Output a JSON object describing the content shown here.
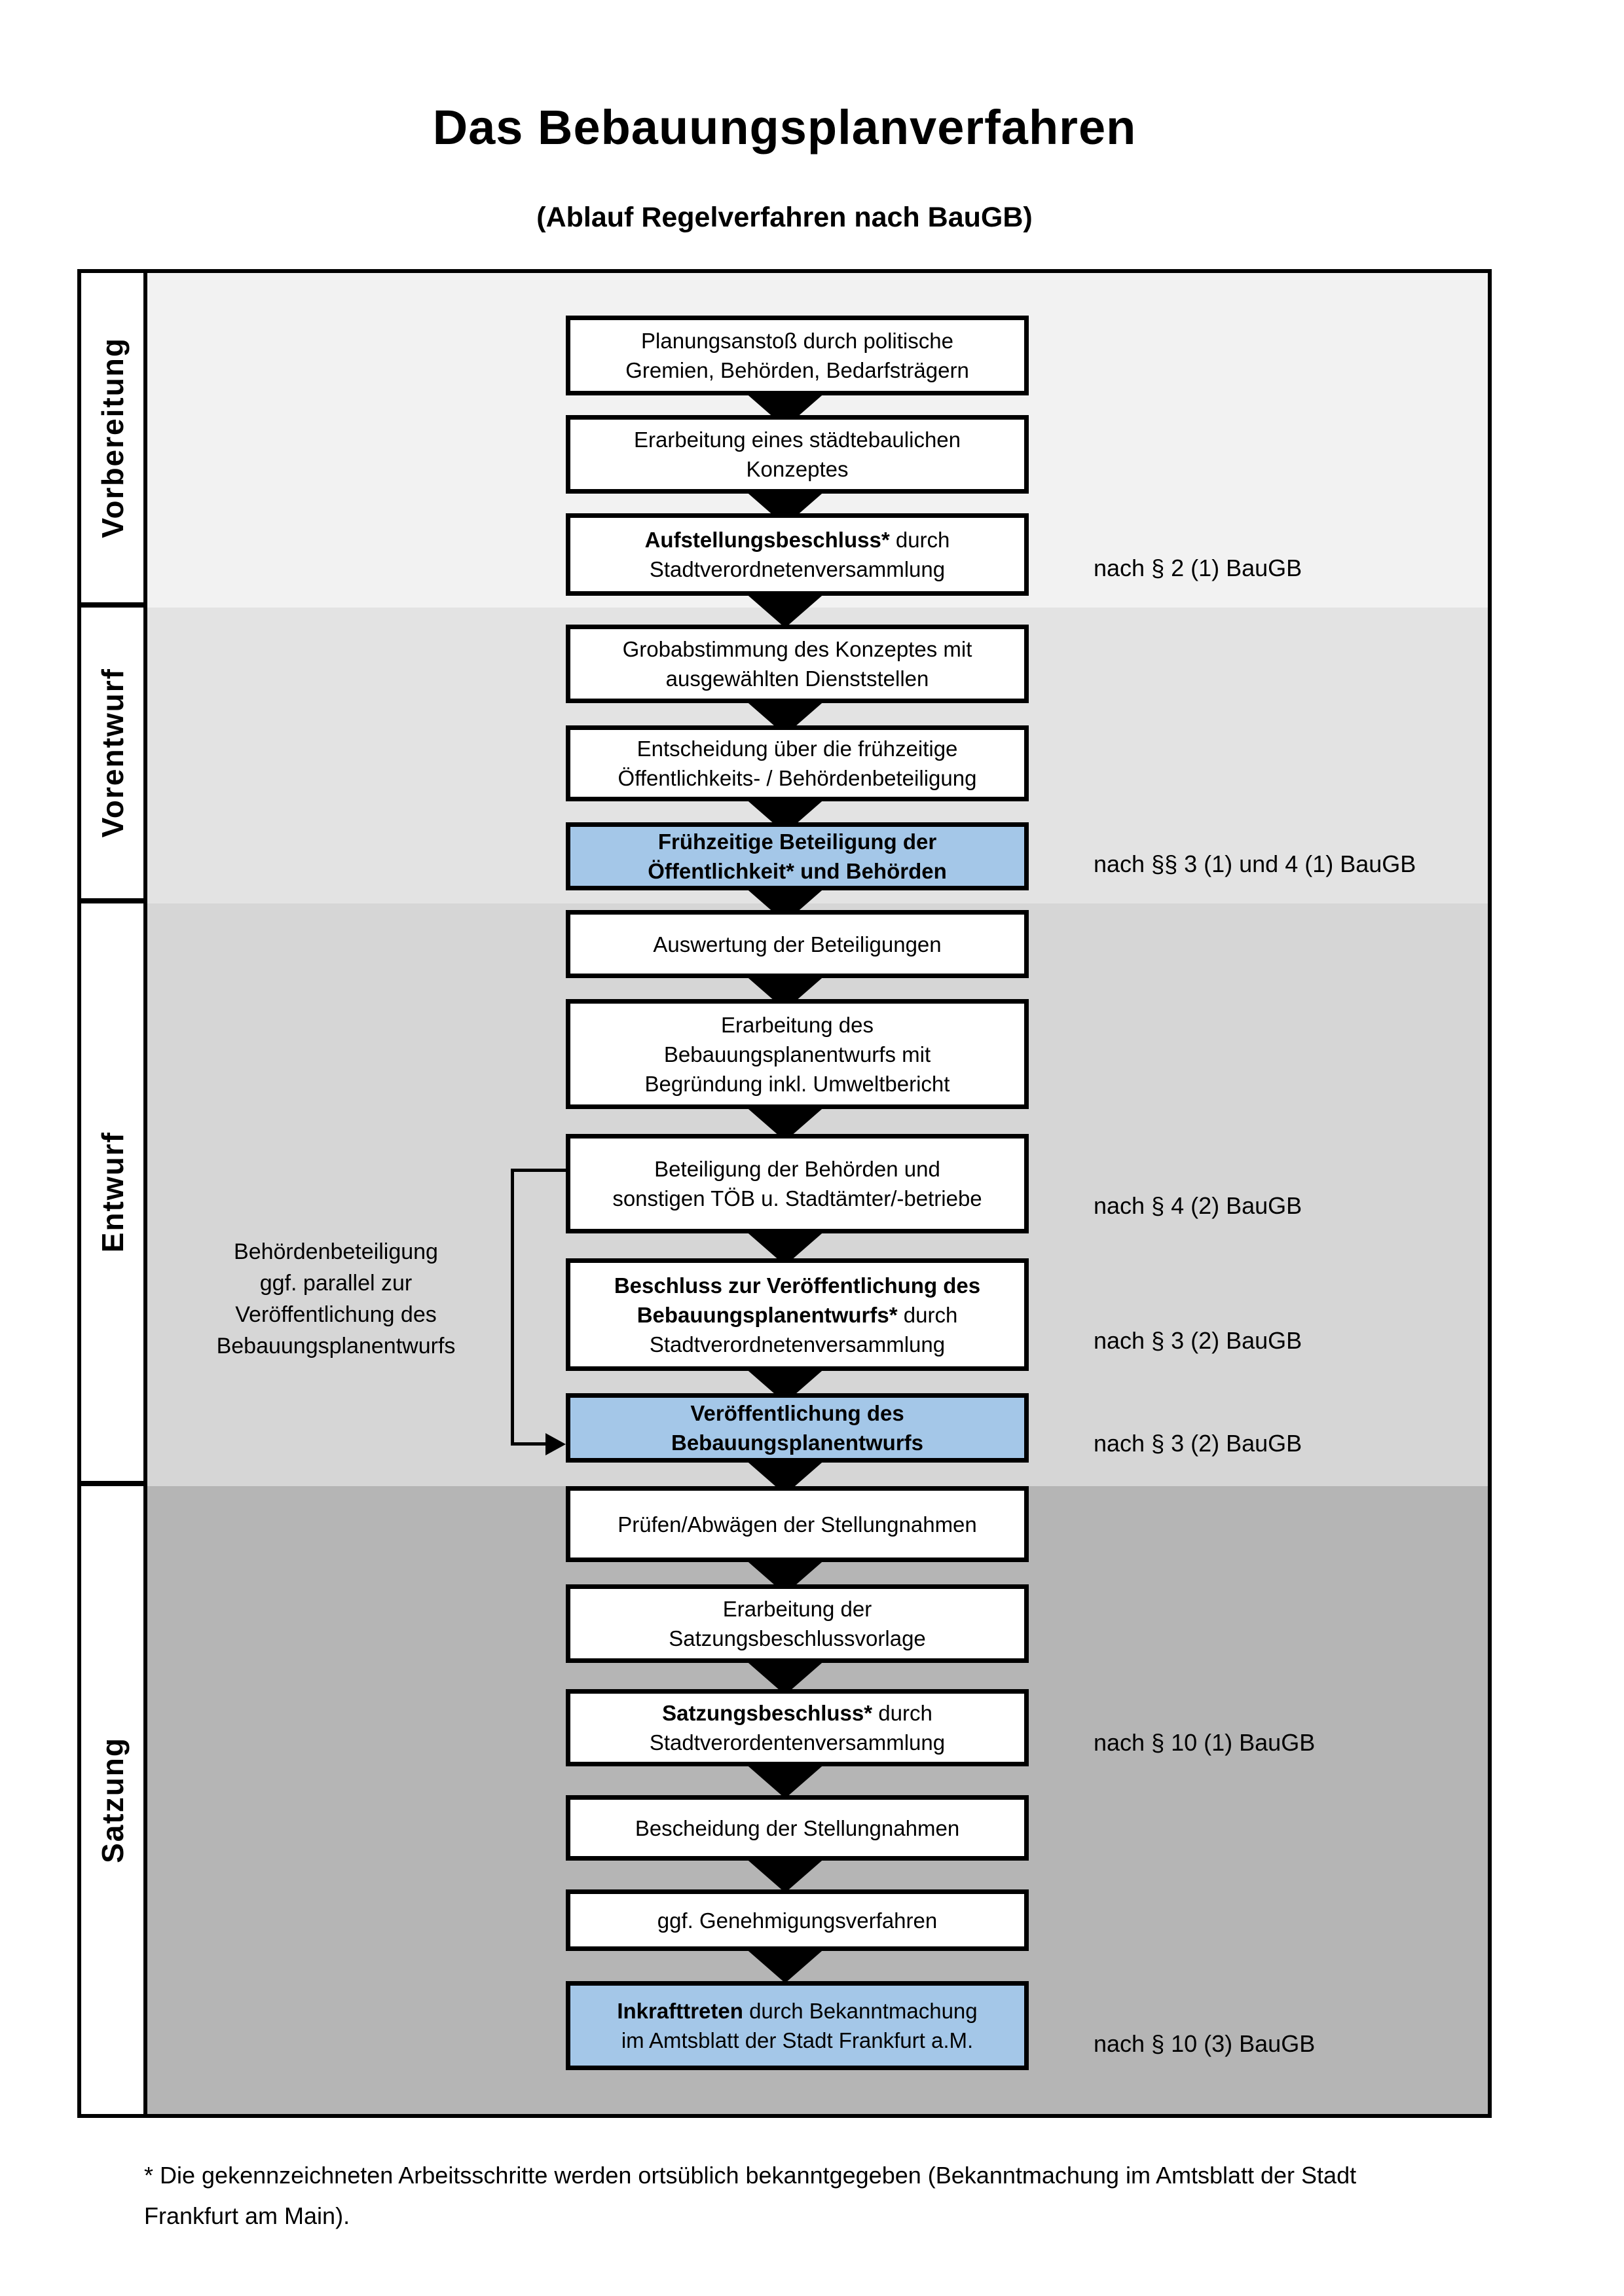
{
  "title": "Das Bebauungsplanverfahren",
  "subtitle": "(Ablauf Regelverfahren nach BauGB)",
  "colors": {
    "highlight_box": "#a4c7e8",
    "section_bands": [
      "#f2f2f2",
      "#e3e3e3",
      "#d6d6d6",
      "#b5b5b5"
    ]
  },
  "sections": [
    {
      "label": "Vorbereitung"
    },
    {
      "label": "Vorentwurf"
    },
    {
      "label": "Entwurf"
    },
    {
      "label": "Satzung"
    }
  ],
  "steps": [
    {
      "lines": [
        {
          "r": "Planungsanstoß durch politische"
        },
        {
          "r": "Gremien, Behörden, Bedarfsträgern"
        }
      ]
    },
    {
      "lines": [
        {
          "r": "Erarbeitung eines städtebaulichen"
        },
        {
          "r": "Konzeptes"
        }
      ]
    },
    {
      "lines": [
        {
          "b": "Aufstellungsbeschluss*",
          "r": " durch"
        },
        {
          "r": "Stadtverordnetenversammlung"
        }
      ],
      "annotation": "nach § 2 (1) BauGB"
    },
    {
      "lines": [
        {
          "r": "Grobabstimmung des Konzeptes mit"
        },
        {
          "r": "ausgewählten Dienststellen"
        }
      ]
    },
    {
      "lines": [
        {
          "r": "Entscheidung über die frühzeitige"
        },
        {
          "r": "Öffentlichkeits- / Behördenbeteiligung"
        }
      ]
    },
    {
      "highlight": true,
      "lines": [
        {
          "b": "Frühzeitige Beteiligung der"
        },
        {
          "b": "Öffentlichkeit* und Behörden"
        }
      ],
      "annotation": "nach §§ 3 (1) und 4 (1) BauGB"
    },
    {
      "lines": [
        {
          "r": "Auswertung der Beteiligungen"
        }
      ]
    },
    {
      "lines": [
        {
          "r": "Erarbeitung des"
        },
        {
          "r": "Bebauungsplanentwurfs mit"
        },
        {
          "r": "Begründung inkl. Umweltbericht"
        }
      ]
    },
    {
      "lines": [
        {
          "r": "Beteiligung der Behörden und"
        },
        {
          "r": "sonstigen TÖB u. Stadtämter/-betriebe"
        }
      ],
      "annotation": "nach § 4 (2) BauGB"
    },
    {
      "lines": [
        {
          "b": "Beschluss zur Veröffentlichung des"
        },
        {
          "b": "Bebauungsplanentwurfs*",
          "r": " durch"
        },
        {
          "r": "Stadtverordnetenversammlung"
        }
      ],
      "annotation": "nach § 3 (2) BauGB"
    },
    {
      "highlight": true,
      "lines": [
        {
          "b": "Veröffentlichung des"
        },
        {
          "b": "Bebauungsplanentwurfs"
        }
      ],
      "annotation": "nach § 3 (2) BauGB"
    },
    {
      "lines": [
        {
          "r": "Prüfen/Abwägen der Stellungnahmen"
        }
      ]
    },
    {
      "lines": [
        {
          "r": "Erarbeitung der"
        },
        {
          "r": "Satzungsbeschlussvorlage"
        }
      ]
    },
    {
      "lines": [
        {
          "b": "Satzungsbeschluss*",
          "r": " durch"
        },
        {
          "r": "Stadtverordentenversammlung"
        }
      ],
      "annotation": "nach § 10 (1) BauGB"
    },
    {
      "lines": [
        {
          "r": "Bescheidung der Stellungnahmen"
        }
      ]
    },
    {
      "lines": [
        {
          "r": "ggf. Genehmigungsverfahren"
        }
      ]
    },
    {
      "highlight": true,
      "lines": [
        {
          "b": "Inkrafttreten",
          "r": " durch Bekanntmachung"
        },
        {
          "r": "im Amtsblatt der Stadt Frankfurt a.M."
        }
      ],
      "annotation": "nach § 10 (3) BauGB"
    }
  ],
  "side_note": "Behördenbeteiligung ggf. parallel zur Veröffentlichung des Bebauungsplanentwurfs",
  "footnote": "* Die gekennzeichneten Arbeitsschritte werden ortsüblich bekanntgegeben (Bekanntmachung im Amtsblatt  der Stadt Frankfurt am Main)."
}
